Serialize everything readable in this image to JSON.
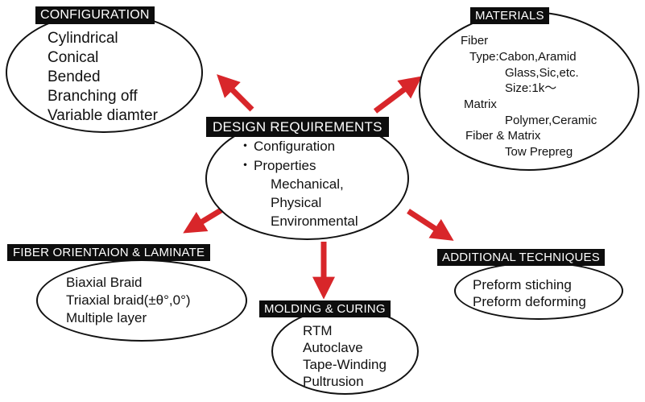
{
  "diagram": {
    "colors": {
      "arrow": "#d8262a",
      "label_bg": "#0d0d0d",
      "label_text": "#ffffff",
      "outline": "#111111"
    },
    "center": {
      "title": "DESIGN REQUIREMENTS",
      "bullet": "・",
      "items": [
        "Configuration",
        "Properties"
      ],
      "sub_items": [
        "Mechanical,",
        "Physical",
        "Environmental"
      ]
    },
    "configuration": {
      "title": "CONFIGURATION",
      "items": [
        "Cylindrical",
        "Conical",
        "Bended",
        "Branching off",
        "Variable diamter"
      ]
    },
    "materials": {
      "title": "MATERIALS",
      "fiber": "Fiber",
      "type_line": "Type:Cabon,Aramid",
      "type_line2": "Glass,Sic,etc.",
      "size_line": "Size:1k～",
      "matrix": "Matrix",
      "matrix_types": "Polymer,Ceramic",
      "fiber_matrix": "Fiber & Matrix",
      "tow": "Tow Prepreg"
    },
    "fiber_orientation": {
      "title": "FIBER ORIENTAION & LAMINATE",
      "items": [
        "Biaxial Braid",
        "Triaxial braid(±θ°,0°)",
        "Multiple layer"
      ]
    },
    "molding": {
      "title": "MOLDING & CURING",
      "items": [
        "RTM",
        "Autoclave",
        "Tape-Winding",
        "Pultrusion"
      ]
    },
    "additional": {
      "title": "ADDITIONAL TECHNIQUES",
      "items": [
        "Preform stiching",
        "Preform deforming"
      ]
    }
  }
}
